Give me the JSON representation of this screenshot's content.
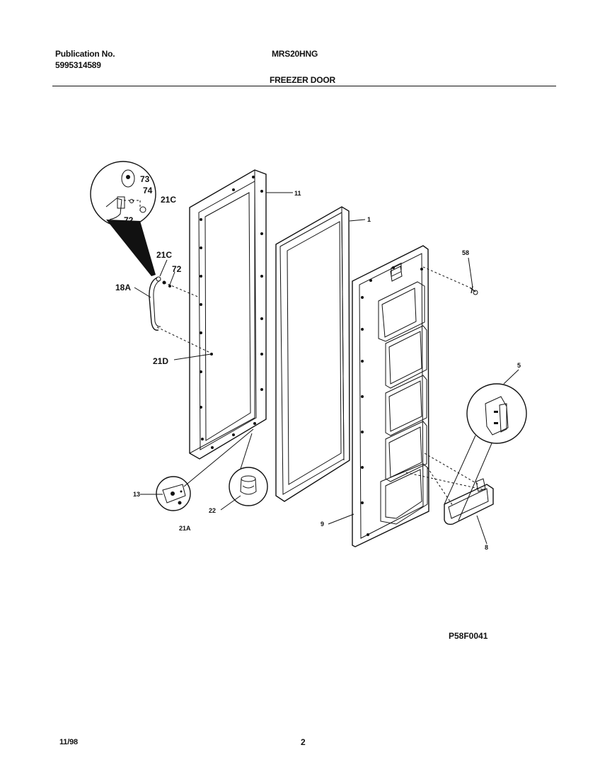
{
  "header": {
    "publication_label": "Publication No.",
    "publication_number": "5995314589",
    "model": "MRS20HNG",
    "section_title": "FREEZER DOOR"
  },
  "diagram": {
    "figure_code": "P58F0041",
    "callouts": {
      "c73": "73",
      "c74": "74",
      "c21C_top": "21C",
      "c72_top": "72",
      "c21C": "21C",
      "c72": "72",
      "c18A": "18A",
      "c21D": "21D",
      "c11": "11",
      "c1": "1",
      "c58": "58",
      "c5": "5",
      "c13": "13",
      "c21A": "21A",
      "c22": "22",
      "c9": "9",
      "c8": "8"
    }
  },
  "footer": {
    "date": "11/98",
    "page": "2"
  }
}
